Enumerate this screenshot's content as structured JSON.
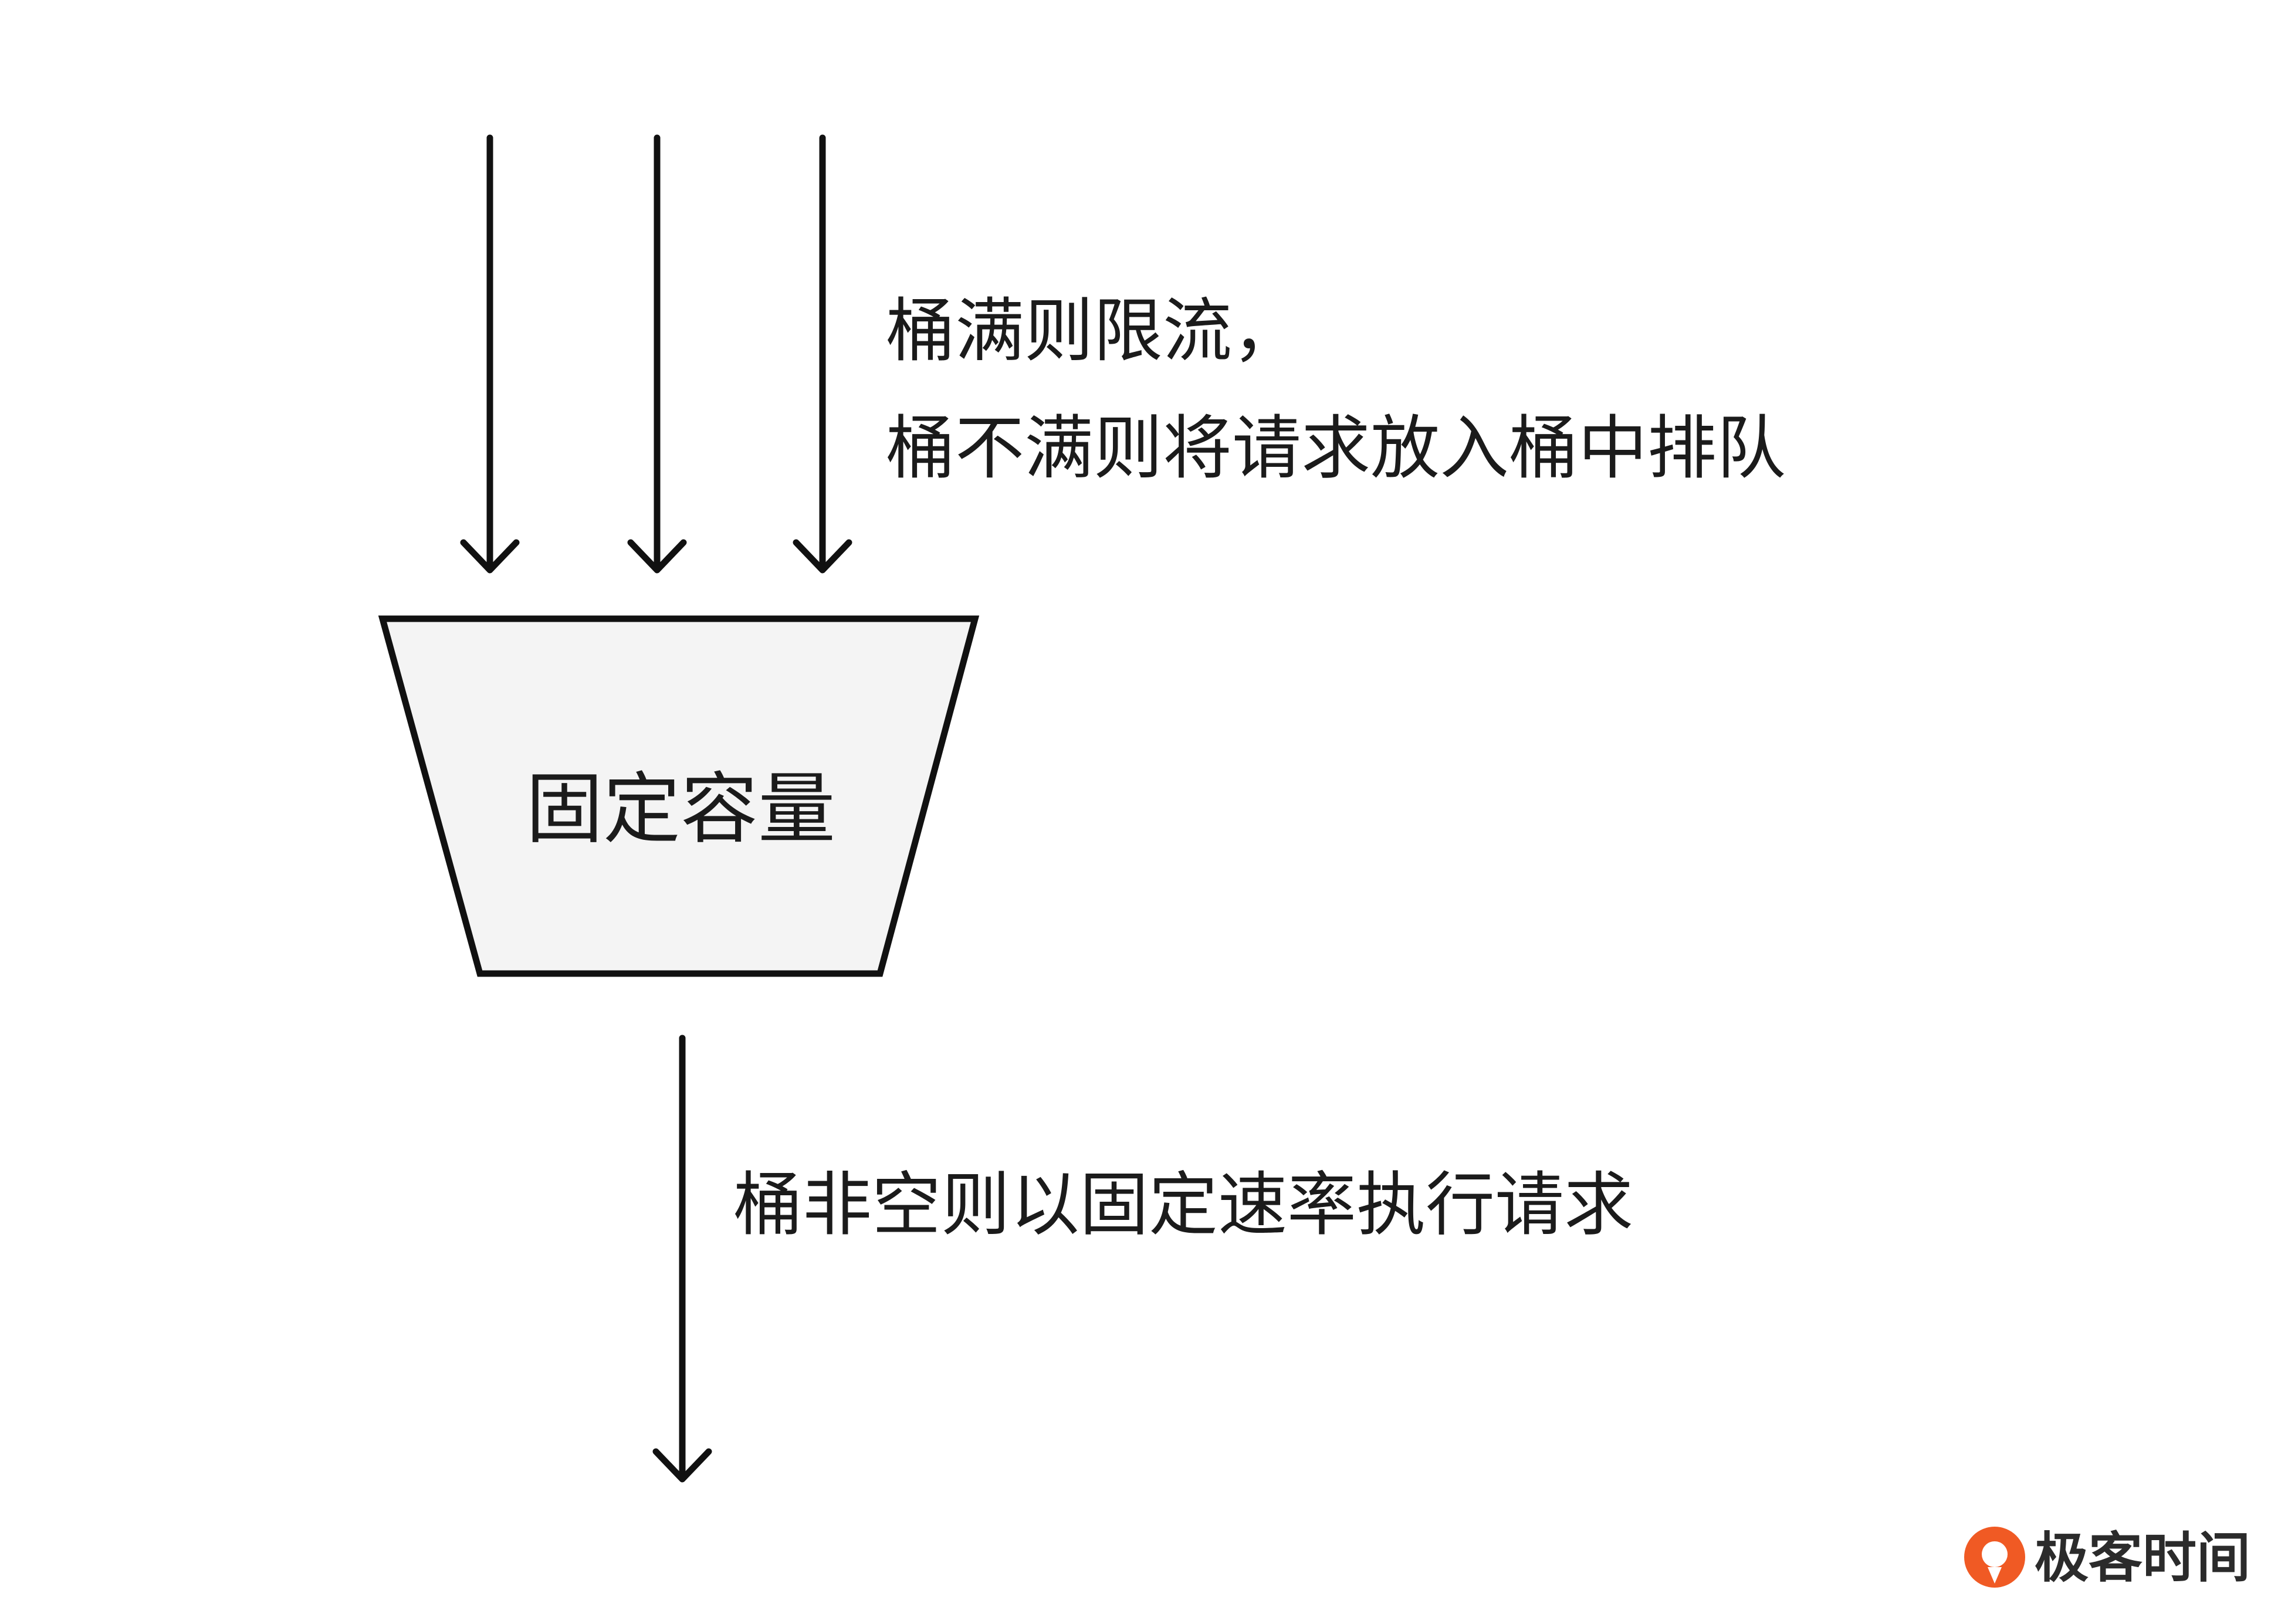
{
  "diagram": {
    "top_note": {
      "line1": "桶满则限流，",
      "line2": "桶不满则将请求放入桶中排队"
    },
    "bucket_label": "固定容量",
    "bottom_note": "桶非空则以固定速率执行请求"
  },
  "watermark": {
    "text": "极客时间",
    "icon": "geektime-logo-icon",
    "accent": "#f05a24"
  },
  "colors": {
    "stroke": "#111111",
    "bucket_fill": "#f4f4f4"
  }
}
